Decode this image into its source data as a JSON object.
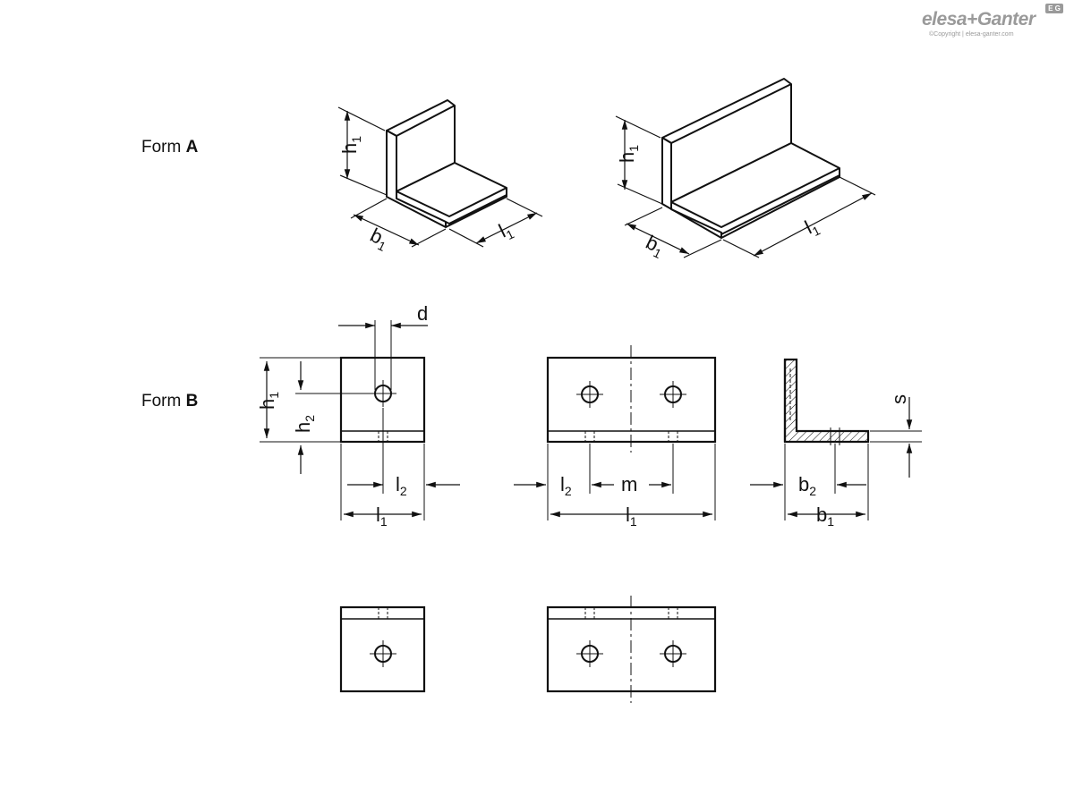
{
  "logo": {
    "brand": "elesa+Ganter",
    "copyright": "©Copyright | elesa-ganter.com",
    "badge": "E G"
  },
  "form_a": {
    "prefix": "Form",
    "letter": "A"
  },
  "form_b": {
    "prefix": "Form",
    "letter": "B"
  },
  "dims": {
    "h": "h",
    "b": "b",
    "l": "l",
    "d": "d",
    "m": "m",
    "s": "s",
    "sub1": "1",
    "sub2": "2"
  }
}
